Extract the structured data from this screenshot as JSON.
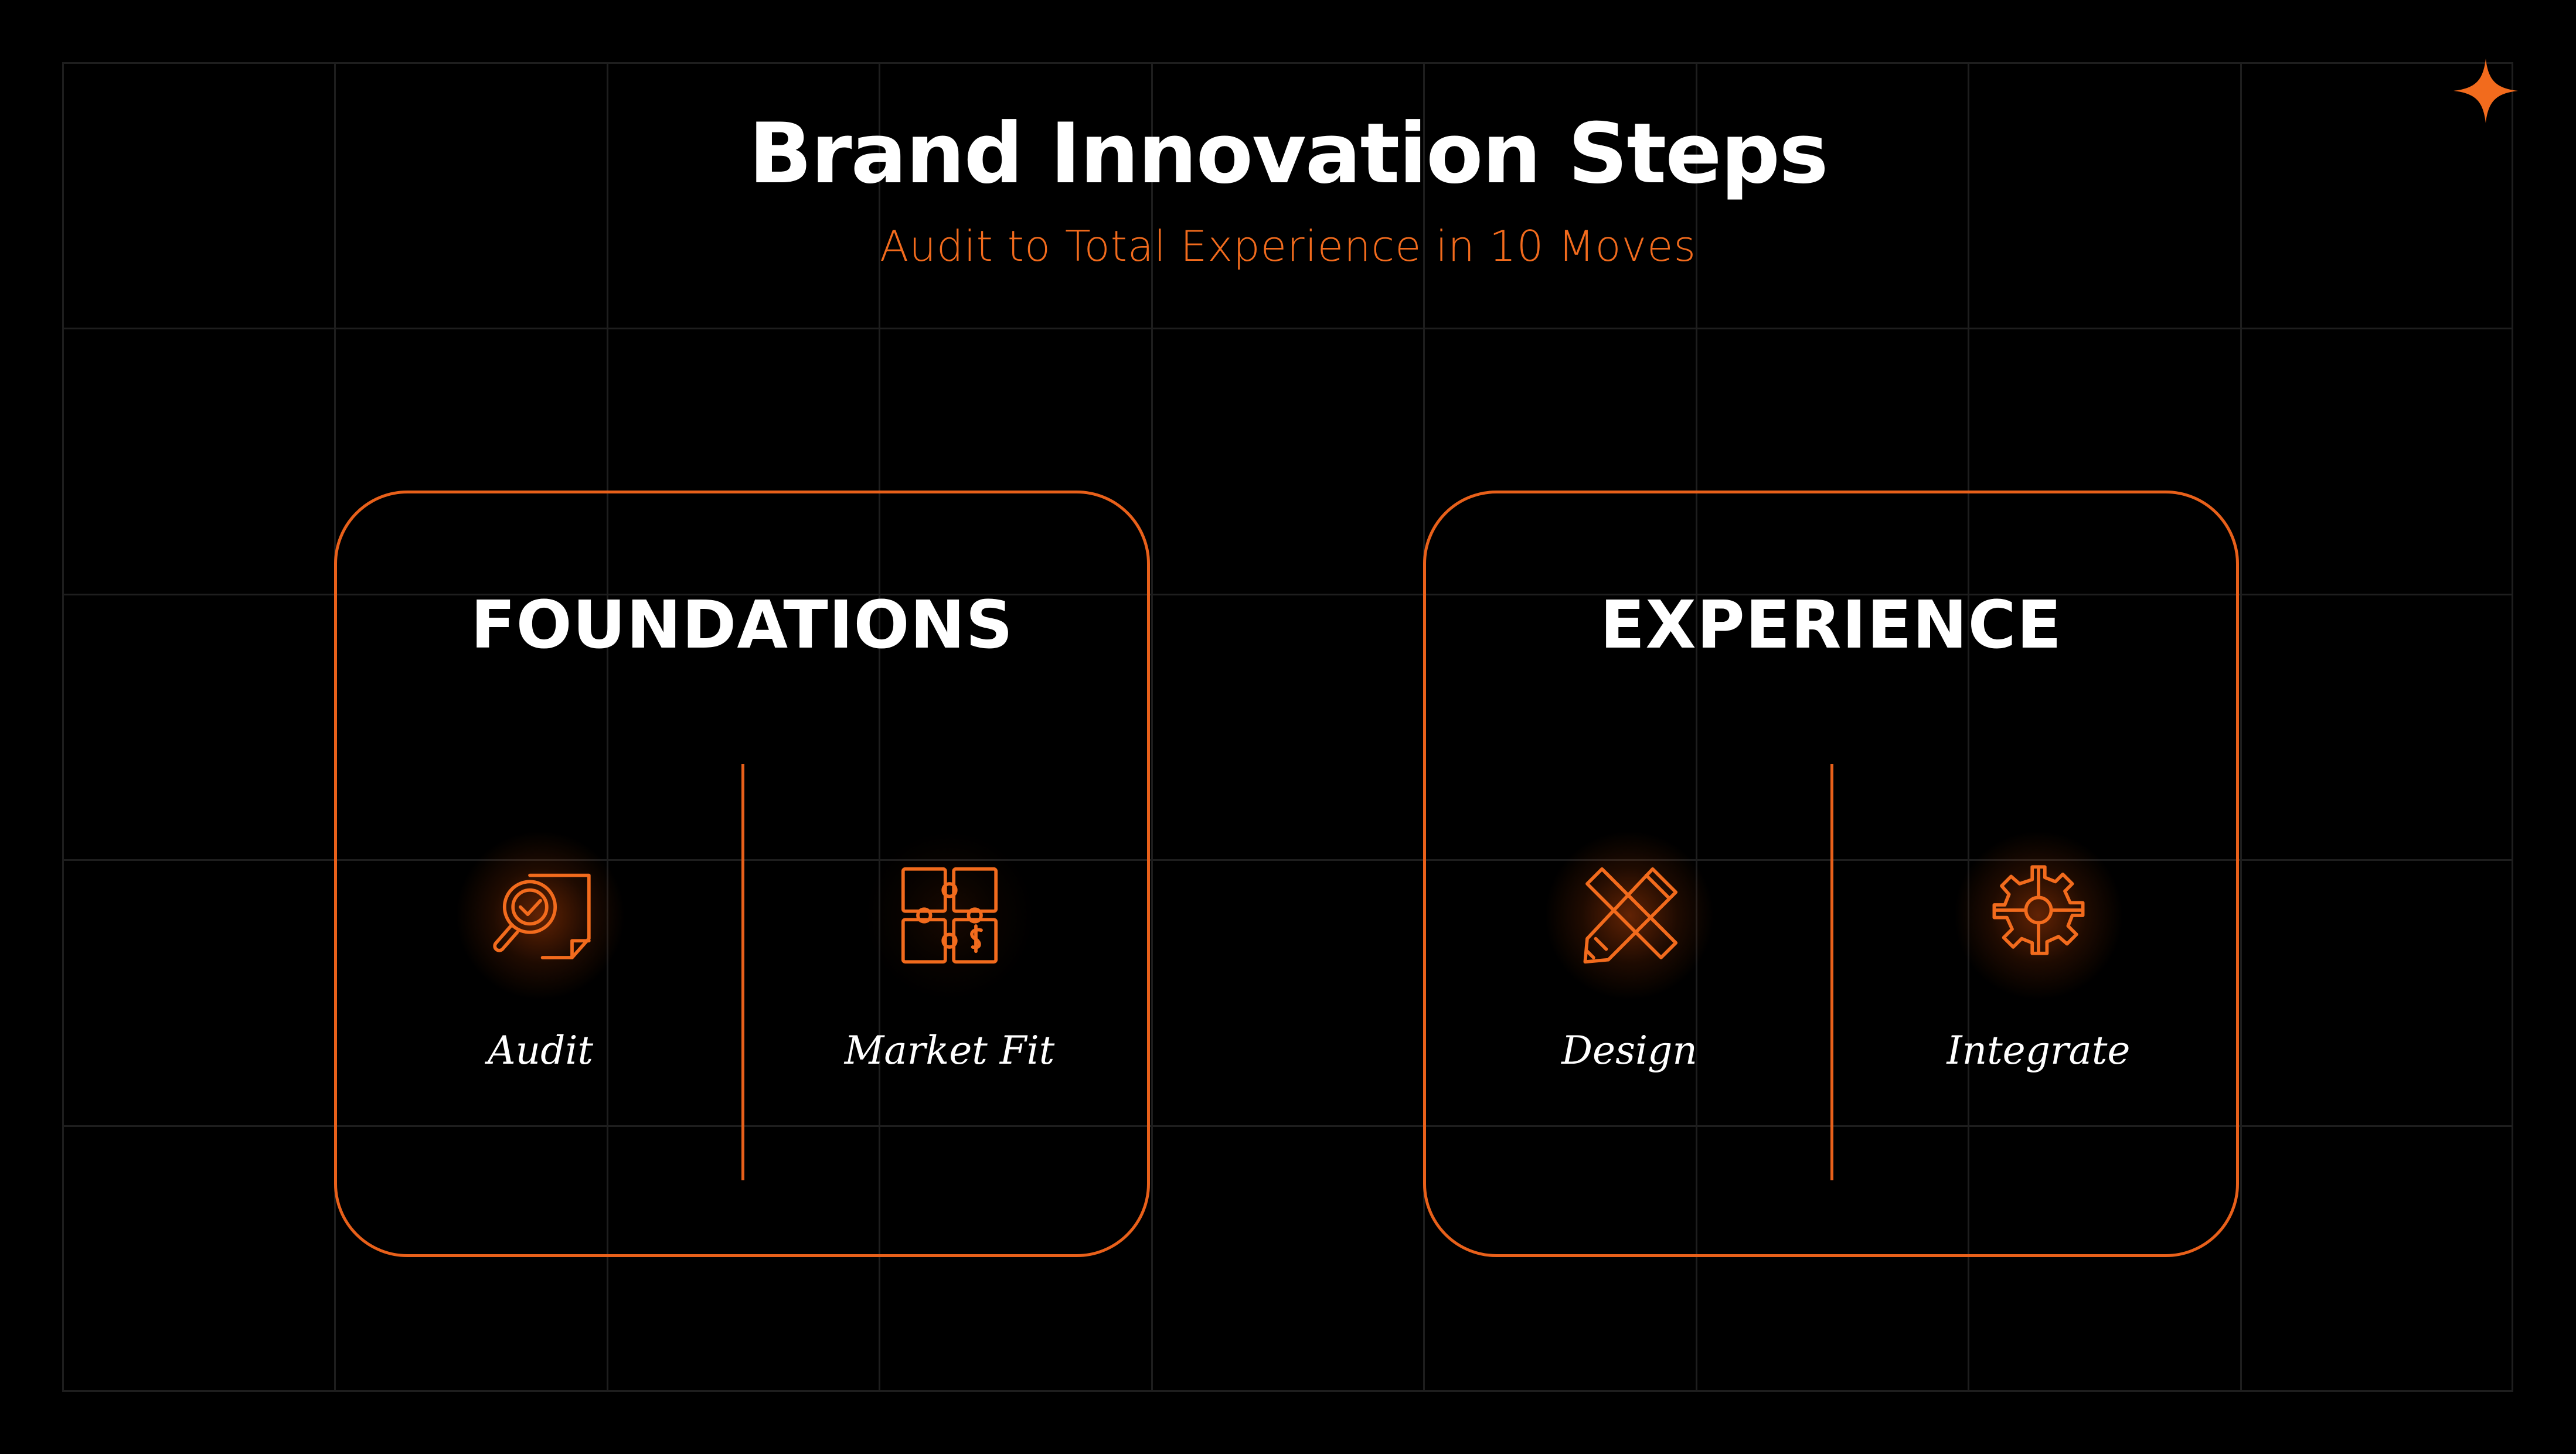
{
  "header": {
    "title": "Brand Innovation Steps",
    "subtitle": "Audit to Total Experience in 10 Moves"
  },
  "decor": {
    "sparkle_icon": "four-point-star-icon"
  },
  "colors": {
    "background": "#000000",
    "accent": "#f26b1d",
    "text": "#ffffff",
    "grid": "#1e1e1e"
  },
  "groups": [
    {
      "title": "FOUNDATIONS",
      "steps": [
        {
          "label": "Audit",
          "icon": "magnifier-document-check-icon"
        },
        {
          "label": "Market Fit",
          "icon": "puzzle-dollar-icon"
        }
      ]
    },
    {
      "title": "EXPERIENCE",
      "steps": [
        {
          "label": "Design",
          "icon": "pencil-ruler-icon"
        },
        {
          "label": "Integrate",
          "icon": "gear-puzzle-icon"
        }
      ]
    }
  ]
}
